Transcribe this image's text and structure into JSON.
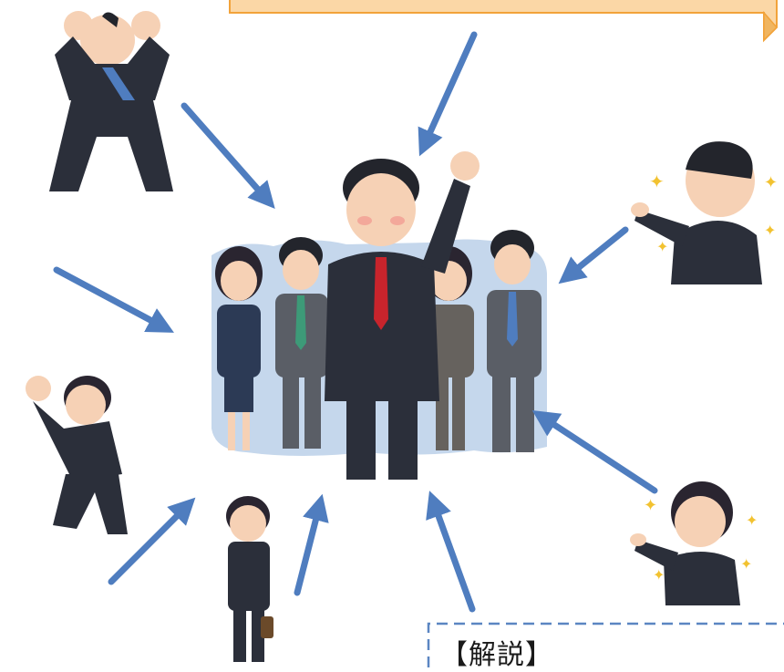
{
  "callout": {
    "text": "",
    "fill_color": "#fbd7a6",
    "border_color": "#f2a33a"
  },
  "explanation_box": {
    "label": "【解説】",
    "border_color": "#5b86c2"
  },
  "arrow_color": "#4f7dbf",
  "figures": {
    "leader": "leader-man-raised-fist",
    "team": [
      "woman-navy-suit",
      "man-grey-suit-green-tie",
      "woman-grey-suit",
      "man-grey-suit-blue-tie"
    ],
    "surrounding": [
      "muscular-man-flexing",
      "man-pointing-sparkles",
      "woman-flexing",
      "woman-with-briefcase",
      "woman-pointing-sparkles"
    ]
  }
}
